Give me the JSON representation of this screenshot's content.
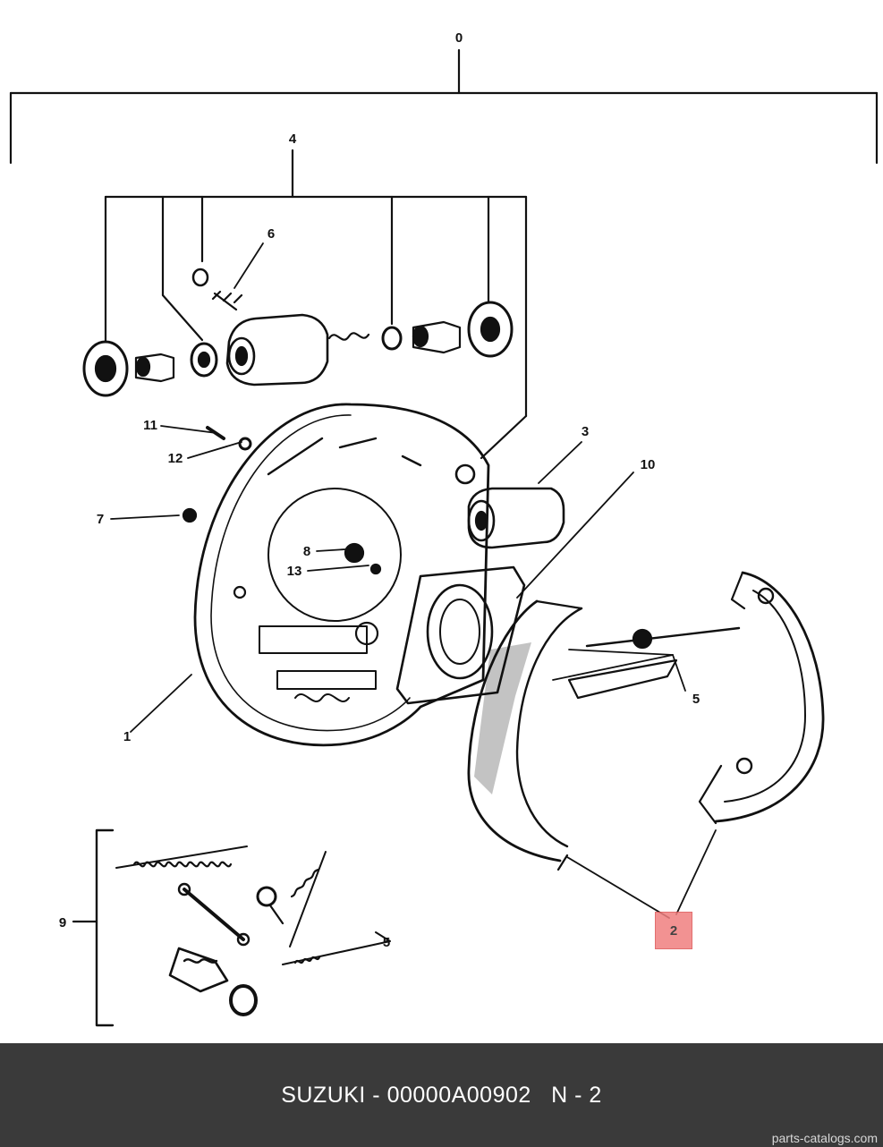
{
  "diagram": {
    "callouts": {
      "c0": "0",
      "c1": "1",
      "c2": "2",
      "c3": "3",
      "c4": "4",
      "c5": "5",
      "c6": "6",
      "c7": "7",
      "c8": "8",
      "c9": "9",
      "c10": "10",
      "c11": "11",
      "c12": "12",
      "c13": "13",
      "c5b": "5"
    },
    "highlighted_part": "2",
    "highlight_color": "#f08080"
  },
  "footer": {
    "title": "SUZUKI - 00000A00902   N - 2",
    "watermark": "parts-catalogs.com"
  }
}
